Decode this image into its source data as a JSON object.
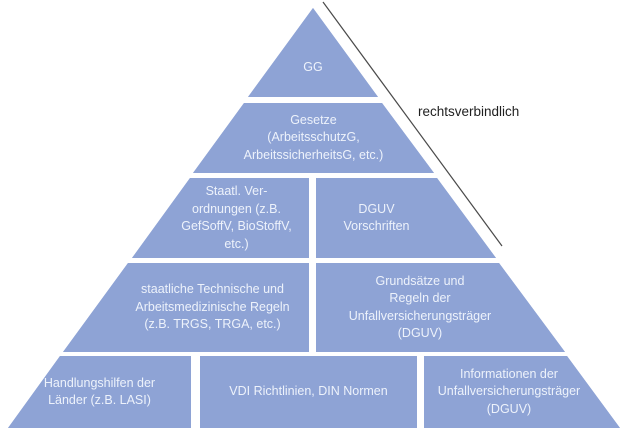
{
  "colors": {
    "background": "#FFFFFF",
    "block_fill": "#8EA3D5",
    "block_text": "#EDF2FB",
    "annotation_text": "#1F1F1F",
    "line": "#4A4A4A"
  },
  "annotation": {
    "label": "rechtsverbindlich"
  },
  "pyramid": {
    "blocks": [
      {
        "id": "gg",
        "text": "GG"
      },
      {
        "id": "gesetze",
        "text": "Gesetze\n(ArbeitsschutzG,\nArbeitssicherheitsG, etc.)"
      },
      {
        "id": "staatliche-verordnungen",
        "text": "Staatl. Ver-\nordnungen (z.B.\nGefSoffV, BioStoffV,\netc.)"
      },
      {
        "id": "dguv-vorschriften",
        "text": "DGUV\nVorschriften"
      },
      {
        "id": "staatliche-technische-regeln",
        "text": "staatliche Technische und\nArbeitsmedizinische Regeln\n(z.B. TRGS, TRGA, etc.)"
      },
      {
        "id": "grundsaetze-regeln-uvt",
        "text": "Grundsätze und\nRegeln der\nUnfallversicherungsträger\n(DGUV)"
      },
      {
        "id": "handlungshilfen-laender",
        "text": "Handlungshilfen der\nLänder (z.B. LASI)"
      },
      {
        "id": "vdi-din-normen",
        "text": "VDI Richtlinien, DIN Normen"
      },
      {
        "id": "informationen-uvt",
        "text": "Informationen der\nUnfallversicherungsträger\n(DGUV)"
      }
    ]
  }
}
